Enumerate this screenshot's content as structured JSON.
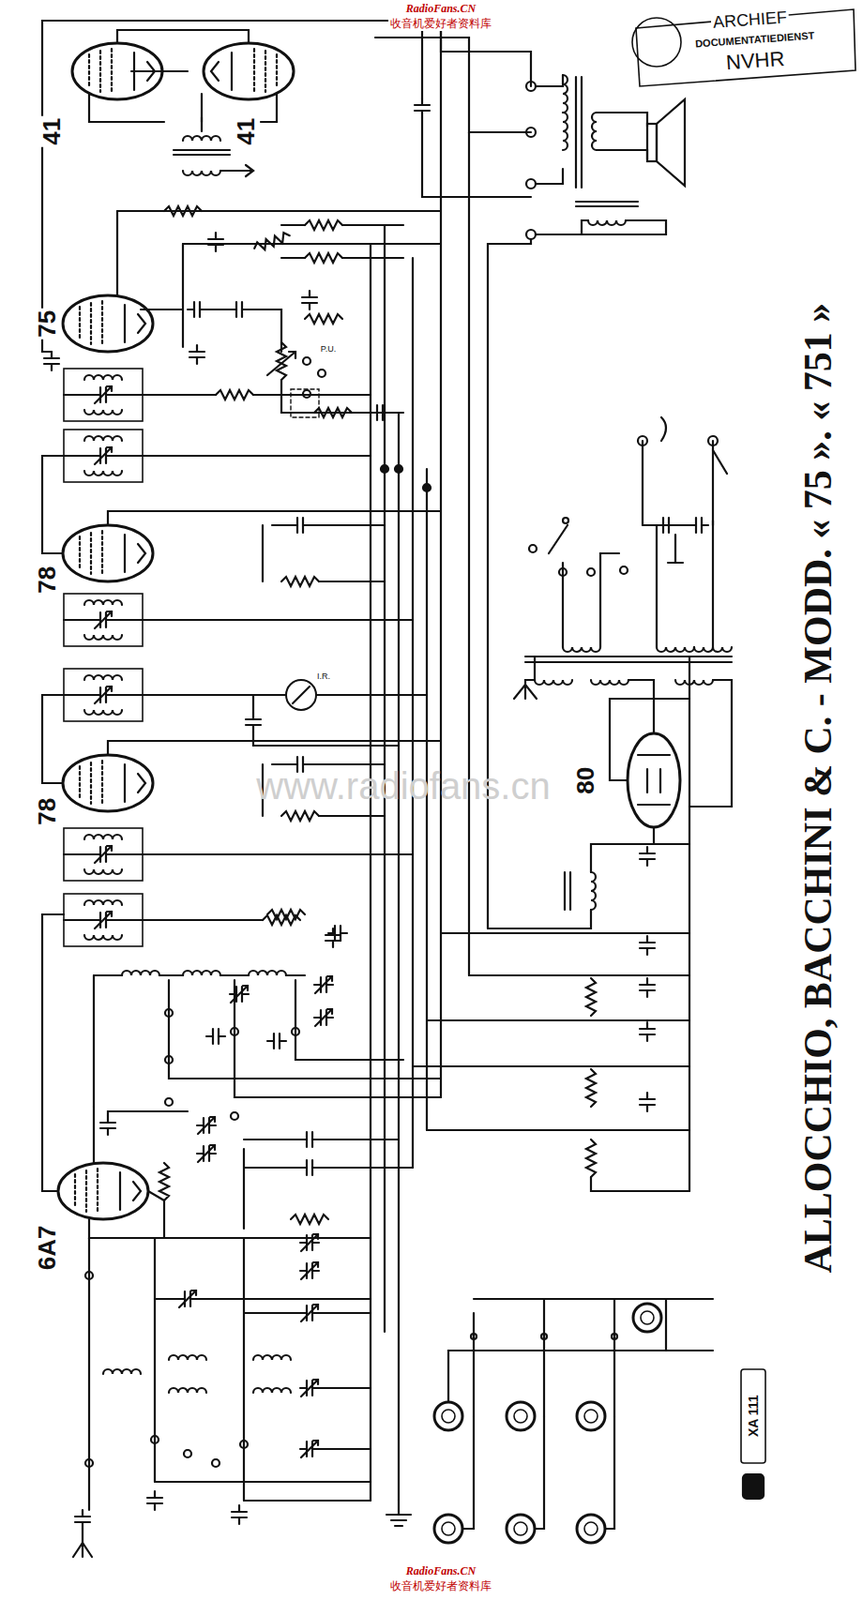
{
  "diagram": {
    "title": "ALLOCCHIO, BACCHINI & C. - MODD. « 75 ». « 751 »",
    "labels": [
      "RadioFans.CN",
      "收音机爱好者资料库",
      "ARCHIEF",
      "DOCUMENTATIEDIENST",
      "NVHR",
      "41",
      "41",
      "75",
      "78",
      "78",
      "6A7",
      "80",
      "P.U.",
      "I.R.",
      "www.radiofans.cn",
      "XA 111",
      "RadioFans.CN",
      "收音机爱好者资料库"
    ]
  }
}
